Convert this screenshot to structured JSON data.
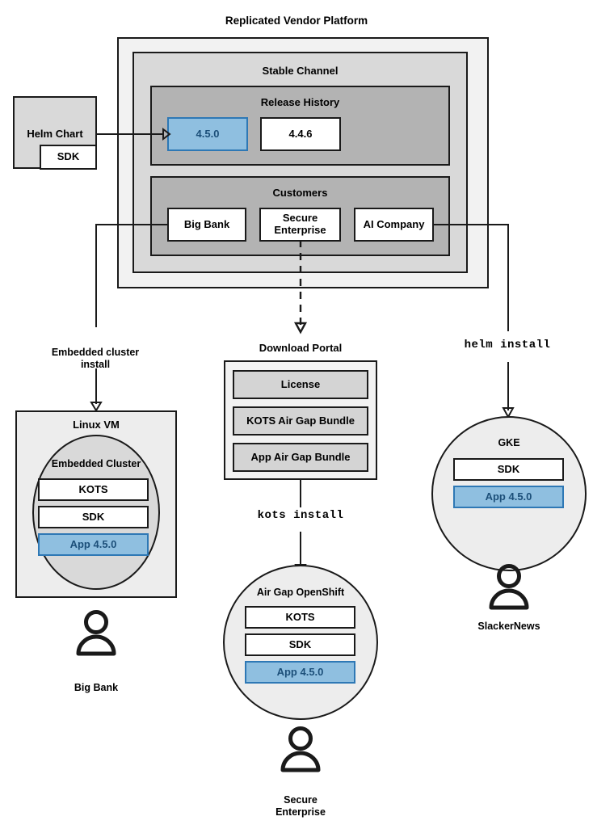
{
  "diagram": {
    "title": "Replicated Vendor Platform",
    "platform": {
      "stable_channel_label": "Stable Channel",
      "release_history": {
        "heading": "Release History",
        "releases": [
          {
            "version": "4.5.0",
            "highlighted": true
          },
          {
            "version": "4.4.6",
            "highlighted": false
          }
        ]
      },
      "customers": {
        "heading": "Customers",
        "items": [
          {
            "name": "Big Bank"
          },
          {
            "name": "Secure\nEnterprise"
          },
          {
            "name": "AI Company"
          }
        ]
      }
    },
    "helm_chart": {
      "label": "Helm Chart",
      "sdk_label": "SDK"
    },
    "download_portal": {
      "heading": "Download Portal",
      "artifacts": [
        "License",
        "KOTS Air Gap Bundle",
        "App Air Gap Bundle"
      ]
    },
    "edges": [
      {
        "id": "embedded-cluster-install",
        "label": "Embedded cluster\ninstall",
        "style": "plain"
      },
      {
        "id": "kots-install",
        "label": "kots install",
        "style": "mono"
      },
      {
        "id": "helm-install",
        "label": "helm install",
        "style": "mono"
      }
    ],
    "targets": {
      "linux_vm": {
        "label": "Linux VM",
        "embedded_cluster_label": "Embedded Cluster",
        "components": [
          {
            "label": "KOTS",
            "highlighted": false
          },
          {
            "label": "SDK",
            "highlighted": false
          },
          {
            "label": "App 4.5.0",
            "highlighted": true
          }
        ],
        "persona": "Big Bank"
      },
      "air_gap_openshift": {
        "label": "Air Gap OpenShift",
        "components": [
          {
            "label": "KOTS",
            "highlighted": false
          },
          {
            "label": "SDK",
            "highlighted": false
          },
          {
            "label": "App 4.5.0",
            "highlighted": true
          }
        ],
        "persona": "Secure\nEnterprise"
      },
      "gke": {
        "label": "GKE",
        "components": [
          {
            "label": "SDK",
            "highlighted": false
          },
          {
            "label": "App 4.5.0",
            "highlighted": true
          }
        ],
        "persona": "SlackerNews"
      }
    },
    "colors": {
      "highlight_fill": "#8fbfe0",
      "highlight_border": "#2e78b5",
      "highlight_text": "#1c4f79",
      "stroke": "#1a1a1a",
      "platform_outer_bg": "#f2f2f2",
      "stable_channel_bg": "#d9d9d9",
      "panel_bg": "#b3b3b3",
      "node_bg": "#ededed",
      "artifact_bg": "#d4d4d4"
    }
  }
}
